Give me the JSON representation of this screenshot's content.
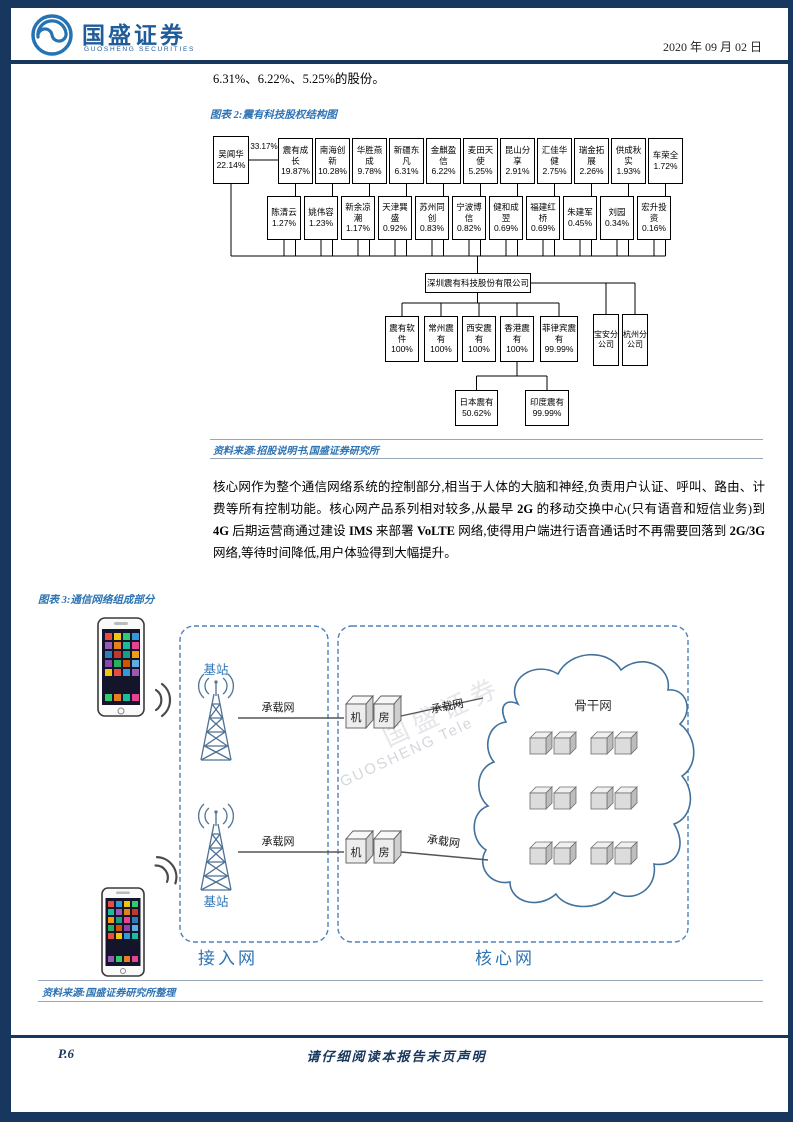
{
  "header": {
    "brand": "国盛证券",
    "brand_sub": "GUOSHENG SECURITIES",
    "date": "2020 年 09 月 02 日"
  },
  "intro": "6.31%、6.22%、5.25%的股份。",
  "figure2": {
    "title": "图表 2:震有科技股权结构图",
    "source": "资料来源:招股说明书,国盛证券研究所",
    "link_label": "33.17%",
    "company": "深圳震有科技股份有限公司",
    "row1": [
      {
        "name": "吴闻华",
        "pct": "22.14%"
      },
      {
        "name": "震有成长",
        "pct": "19.87%"
      },
      {
        "name": "南海创新",
        "pct": "10.28%"
      },
      {
        "name": "华胜燕成",
        "pct": "9.78%"
      },
      {
        "name": "新疆东凡",
        "pct": "6.31%"
      },
      {
        "name": "金麒盈信",
        "pct": "6.22%"
      },
      {
        "name": "麦田天使",
        "pct": "5.25%"
      },
      {
        "name": "昆山分享",
        "pct": "2.91%"
      },
      {
        "name": "汇佳华健",
        "pct": "2.75%"
      },
      {
        "name": "瑞金拓展",
        "pct": "2.26%"
      },
      {
        "name": "供成秋实",
        "pct": "1.93%"
      },
      {
        "name": "车荣全",
        "pct": "1.72%"
      }
    ],
    "row2": [
      {
        "name": "陈清云",
        "pct": "1.27%"
      },
      {
        "name": "姚伟容",
        "pct": "1.23%"
      },
      {
        "name": "新余凉潮",
        "pct": "1.17%"
      },
      {
        "name": "天津巽盛",
        "pct": "0.92%"
      },
      {
        "name": "苏州同创",
        "pct": "0.83%"
      },
      {
        "name": "宁波博信",
        "pct": "0.82%"
      },
      {
        "name": "健和成翌",
        "pct": "0.69%"
      },
      {
        "name": "福建红桥",
        "pct": "0.69%"
      },
      {
        "name": "朱建军",
        "pct": "0.45%"
      },
      {
        "name": "刘园",
        "pct": "0.34%"
      },
      {
        "name": "宏升投资",
        "pct": "0.16%"
      }
    ],
    "subs": [
      {
        "name": "震有软件",
        "pct": "100%"
      },
      {
        "name": "常州震有",
        "pct": "100%"
      },
      {
        "name": "西安震有",
        "pct": "100%"
      },
      {
        "name": "香港震有",
        "pct": "100%"
      },
      {
        "name": "菲律宾震有",
        "pct": "99.99%"
      }
    ],
    "branches": [
      {
        "name": "宝安分公司"
      },
      {
        "name": "杭州分公司"
      }
    ],
    "hk_children": [
      {
        "name": "日本震有",
        "pct": "50.62%"
      },
      {
        "name": "印度震有",
        "pct": "99.99%"
      }
    ]
  },
  "paragraph": {
    "segments": [
      "核心网作为整个通信网络系统的控制部分,相当于人体的大脑和神经,负责用户认证、呼叫、路由、计费等所有控制功能。核心网产品系列相对较多,从最早 ",
      "2G",
      " 的移动交换中心(只有语音和短信业务)到 ",
      "4G",
      " 后期运营商通过建设 ",
      "IMS",
      " 来部署 ",
      "VoLTE",
      " 网络,使得用户端进行语音通话时不再需要回落到 ",
      "2G/3G",
      " 网络,等待时间降低,用户体验得到大幅提升。"
    ]
  },
  "figure3": {
    "title": "图表 3:通信网络组成部分",
    "source": "资料来源:国盛证券研究所整理",
    "labels": {
      "base_station": "基站",
      "bearer": "承载网",
      "room_a": "机",
      "room_b": "房",
      "backbone": "骨干网",
      "access": "接入网",
      "core": "核心网",
      "watermark_cn": "国盛证券",
      "watermark_en": "GUOSHENG Tele"
    }
  },
  "footer": {
    "page": "P.6",
    "disclaimer": "请仔细阅读本报告末页声明"
  }
}
